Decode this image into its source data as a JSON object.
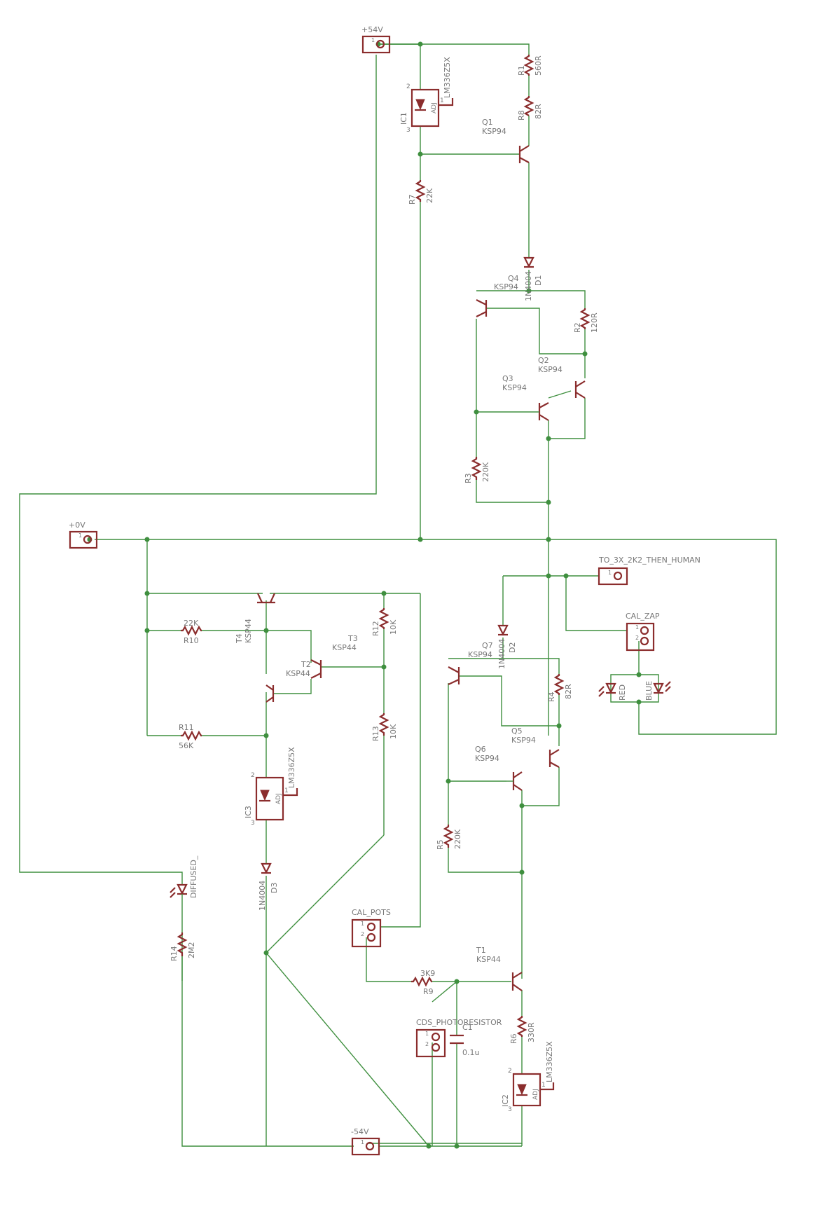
{
  "connectors": {
    "vplus": "+54V",
    "zero": "+0V",
    "vminus": "-54V",
    "to_human": "TO_3X_2K2_THEN_HUMAN",
    "cal_zap": "CAL_ZAP",
    "cal_pots": "CAL_POTS",
    "cds": "CDS_PHOTORESISTOR"
  },
  "pins": {
    "p1": "1",
    "p2": "2",
    "p3": "3"
  },
  "parts": {
    "ic1": "IC1",
    "ic2": "IC2",
    "ic3": "IC3",
    "lm336": "LM336Z5X",
    "adj": "ADJ",
    "r1": "R1",
    "r1v": "560R",
    "r8": "R8",
    "r8v": "82R",
    "r7": "R7",
    "r7v": "22K",
    "r2": "R2",
    "r2v": "120R",
    "r3": "R3",
    "r3v": "220K",
    "r4": "R4",
    "r4v": "82R",
    "r5": "R5",
    "r5v": "220K",
    "r6": "R6",
    "r6v": "330R",
    "r9": "R9",
    "r9v": "3K9",
    "r10": "R10",
    "r10v": "22K",
    "r11": "R11",
    "r11v": "56K",
    "r12": "R12",
    "r12v": "10K",
    "r13": "R13",
    "r13v": "10K",
    "r14": "R14",
    "r14v": "2M2",
    "c1": "C1",
    "c1v": "0.1u",
    "d1": "D1",
    "d2": "D2",
    "d3": "D3",
    "n4004": "1N4004",
    "q1": "Q1",
    "q2": "Q2",
    "q3": "Q3",
    "q4": "Q4",
    "q5": "Q5",
    "q6": "Q6",
    "q7": "Q7",
    "ksp94": "KSP94",
    "t1": "T1",
    "t2": "T2",
    "t3": "T3",
    "t4": "T4",
    "ksp44": "KSP44",
    "red": "RED",
    "blue": "BLUE",
    "diffused": "DIFFUSED_"
  }
}
